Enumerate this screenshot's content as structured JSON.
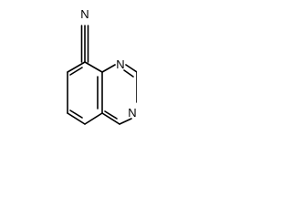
{
  "molecule": {
    "atoms": {
      "nitrile_n": "N",
      "ring_n1": "N",
      "ring_n3": "N"
    },
    "colors": {
      "bond": "#000000",
      "label": "#000000",
      "background": "#ffffff"
    }
  }
}
